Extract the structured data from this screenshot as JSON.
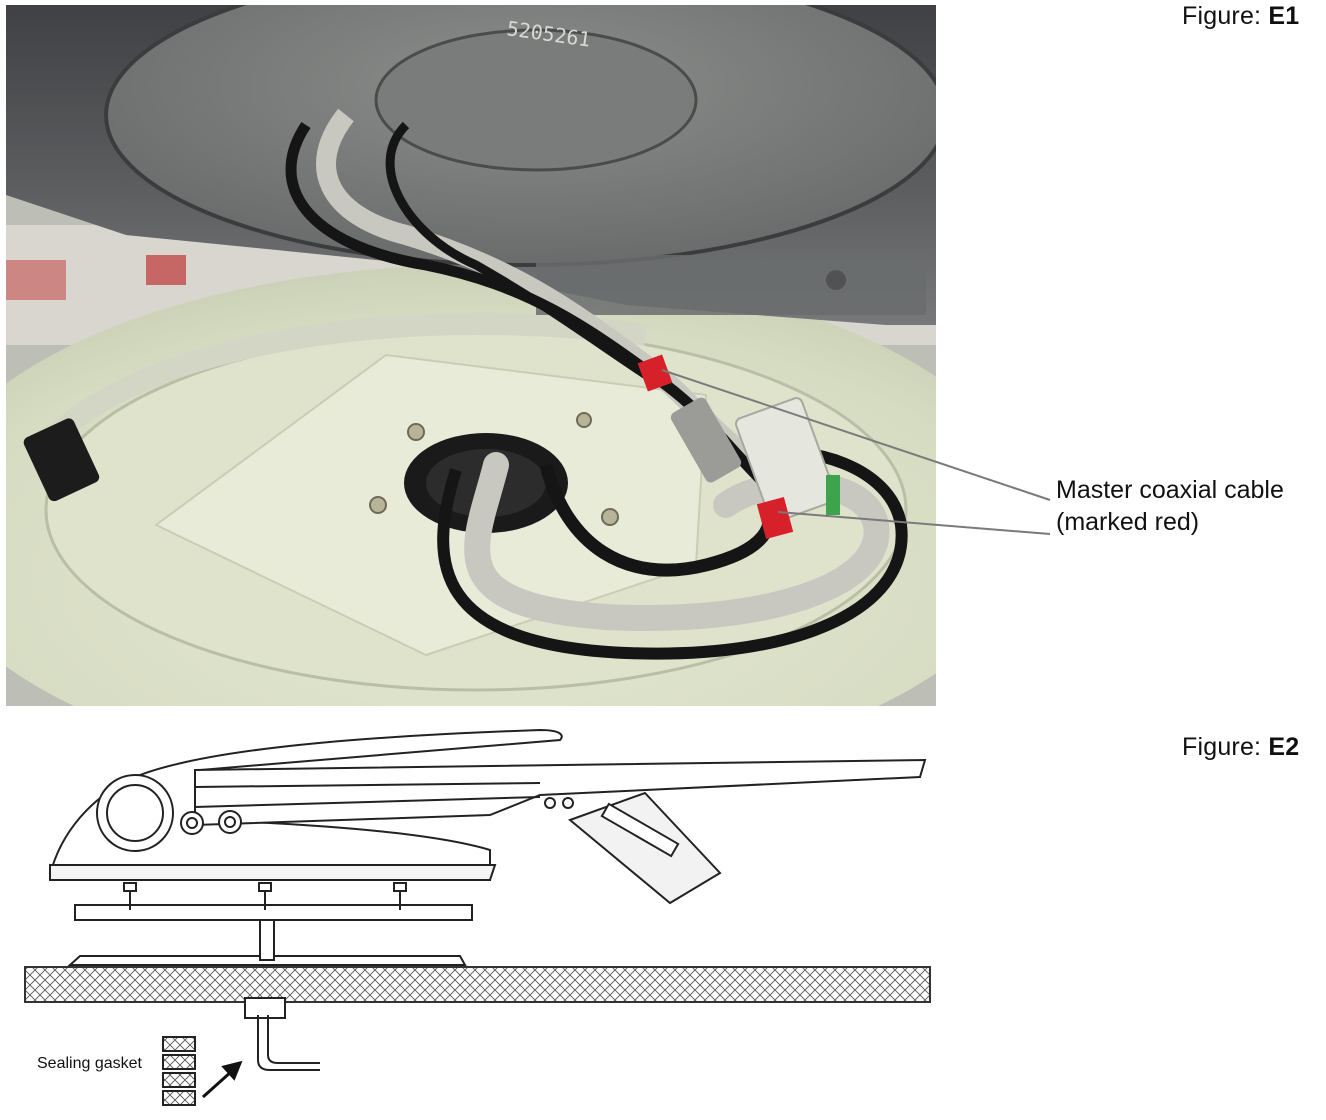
{
  "figure_e1": {
    "prefix": "Figure: ",
    "id": "E1"
  },
  "figure_e2": {
    "prefix": "Figure: ",
    "id": "E2"
  },
  "callout": {
    "line1": "Master coaxial cable",
    "line2": "(marked red)"
  },
  "gasket_label": "Sealing gasket",
  "photo_serial_marking": "5205261",
  "colors": {
    "marker_red": "#d6202a",
    "dome_shell": "#e3e6cf",
    "housing_dark": "#55575a",
    "cable_grey": "#c8c8c0",
    "cable_black": "#151515"
  }
}
